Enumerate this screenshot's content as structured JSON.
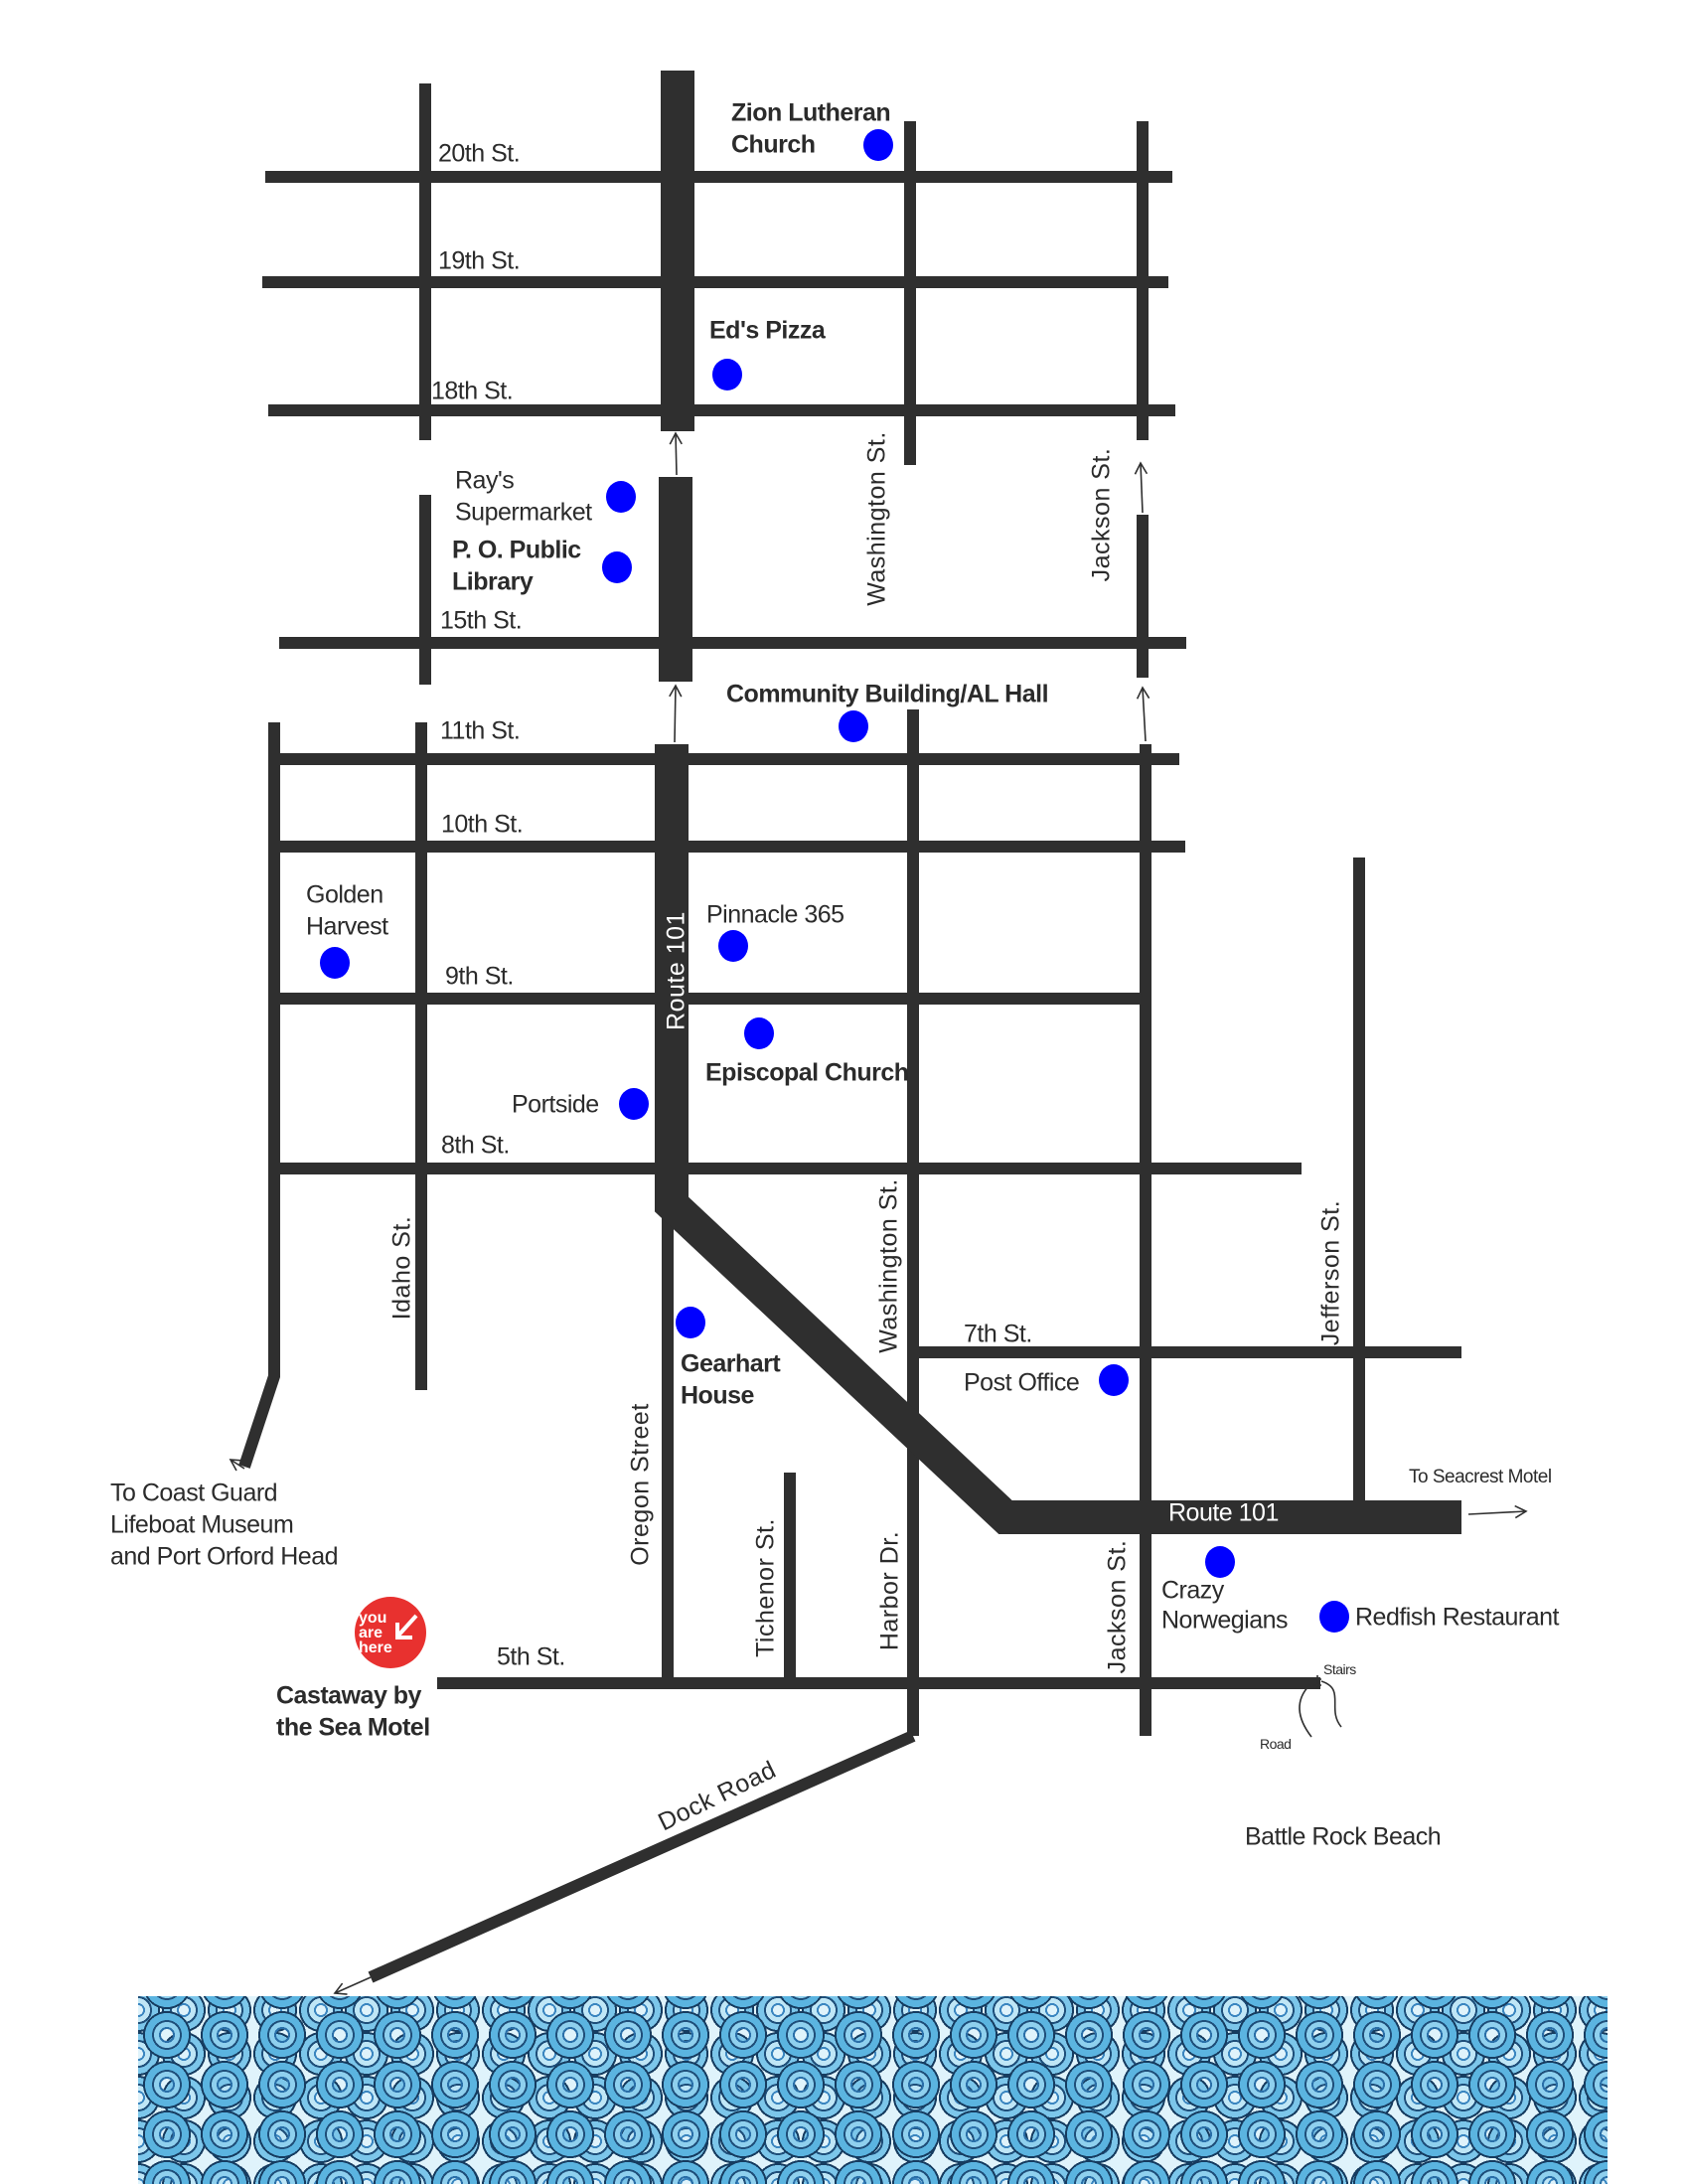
{
  "streets": {
    "s20": "20th St.",
    "s19": "19th St.",
    "s18": "18th St.",
    "s15": "15th St.",
    "s11": "11th St.",
    "s10": "10th St.",
    "s9": "9th St.",
    "s8": "8th St.",
    "s7": "7th St.",
    "s5": "5th St.",
    "washington": "Washington St.",
    "jackson": "Jackson St.",
    "route101": "Route 101",
    "idaho": "Idaho St.",
    "jefferson": "Jefferson St.",
    "oregon": "Oregon Street",
    "tichenor": "Tichenor St.",
    "harbor": "Harbor Dr.",
    "dock": "Dock Road"
  },
  "places": {
    "zion": [
      "Zion Lutheran",
      "Church"
    ],
    "eds": "Ed's Pizza",
    "rays": [
      "Ray's",
      "Supermarket"
    ],
    "library": [
      "P. O. Public",
      "Library"
    ],
    "community": "Community Building/AL Hall",
    "golden": [
      "Golden",
      "Harvest"
    ],
    "pinnacle": "Pinnacle 365",
    "episcopal": "Episcopal Church",
    "portside": "Portside",
    "gearhart": [
      "Gearhart",
      "House"
    ],
    "postoffice": "Post Office",
    "crazy": [
      "Crazy",
      "Norwegians"
    ],
    "redfish": "Redfish Restaurant",
    "castaway": [
      "Castaway by",
      "the Sea Motel"
    ]
  },
  "directions": {
    "coastguard": [
      "To Coast Guard",
      "Lifeboat Museum",
      "and Port Orford Head"
    ],
    "seacrest": "To Seacrest Motel",
    "stairs": "Stairs",
    "road": "Road",
    "beach": "Battle Rock Beach"
  },
  "badge": [
    "you",
    "are",
    "here"
  ],
  "colors": {
    "road": "#2f2f2f",
    "marker": "#0000ff",
    "badge": "#e8312f"
  }
}
